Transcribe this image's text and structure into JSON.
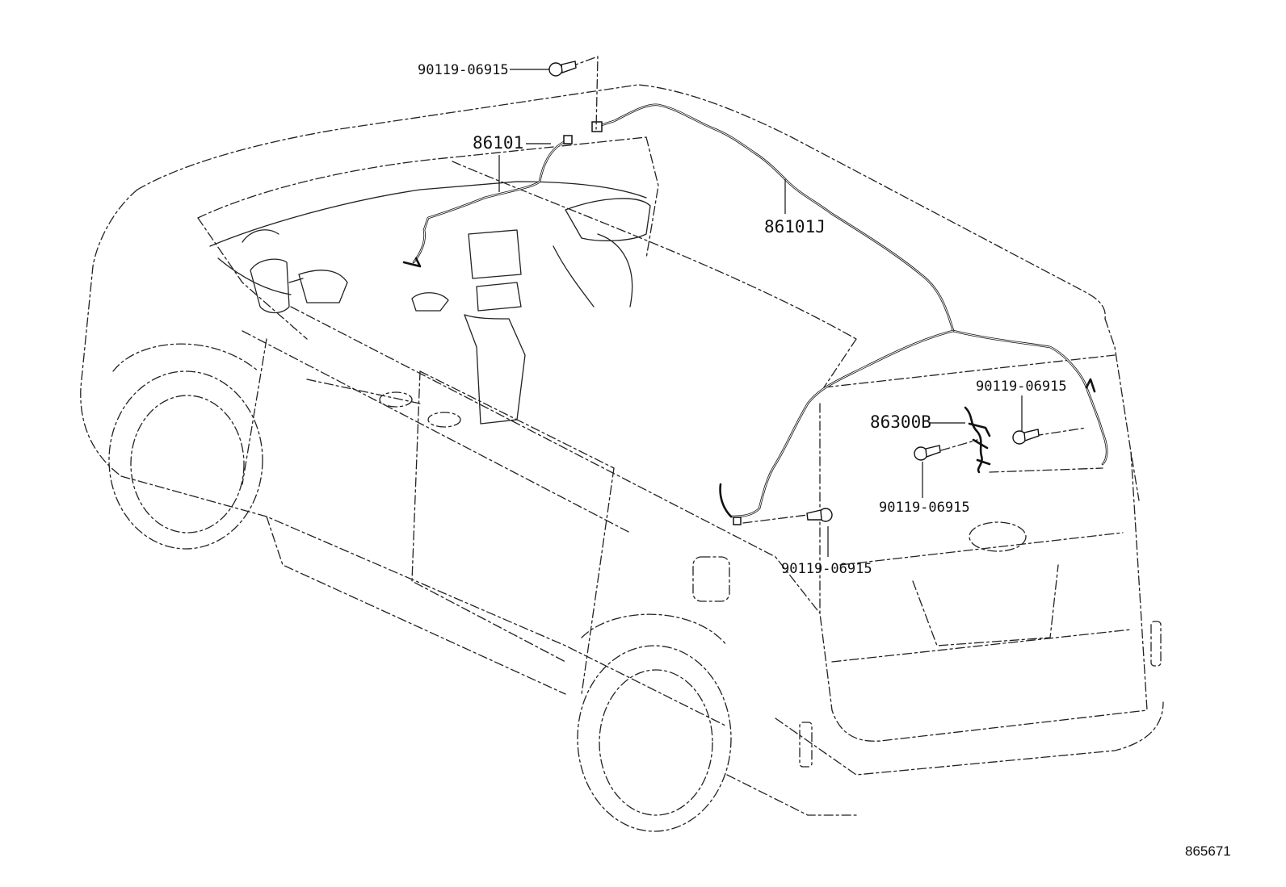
{
  "diagram_id": "865671",
  "parts": {
    "harness_front": "86101",
    "harness_roof": "86101J",
    "harness_back_door": "86300B",
    "bolt_top": "90119-06915",
    "bolt_back_upper": "90119-06915",
    "bolt_back_lower": "90119-06915",
    "bolt_side": "90119-06915"
  }
}
